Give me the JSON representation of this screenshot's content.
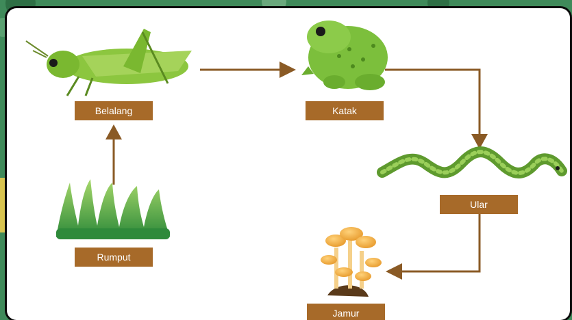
{
  "diagram": {
    "nodes": [
      {
        "id": "rumput",
        "label": "Rumput",
        "icon": "grass-icon"
      },
      {
        "id": "belalang",
        "label": "Belalang",
        "icon": "grasshopper-icon"
      },
      {
        "id": "katak",
        "label": "Katak",
        "icon": "frog-icon"
      },
      {
        "id": "ular",
        "label": "Ular",
        "icon": "snake-icon"
      },
      {
        "id": "jamur",
        "label": "Jamur",
        "icon": "mushroom-icon"
      }
    ],
    "edges": [
      {
        "from": "rumput",
        "to": "belalang"
      },
      {
        "from": "belalang",
        "to": "katak"
      },
      {
        "from": "katak",
        "to": "ular"
      },
      {
        "from": "ular",
        "to": "jamur"
      }
    ],
    "colors": {
      "label_bg": "#a76a29",
      "arrow": "#8a5a25",
      "card_bg": "#ffffff",
      "frame": "#3f8a5a"
    }
  }
}
